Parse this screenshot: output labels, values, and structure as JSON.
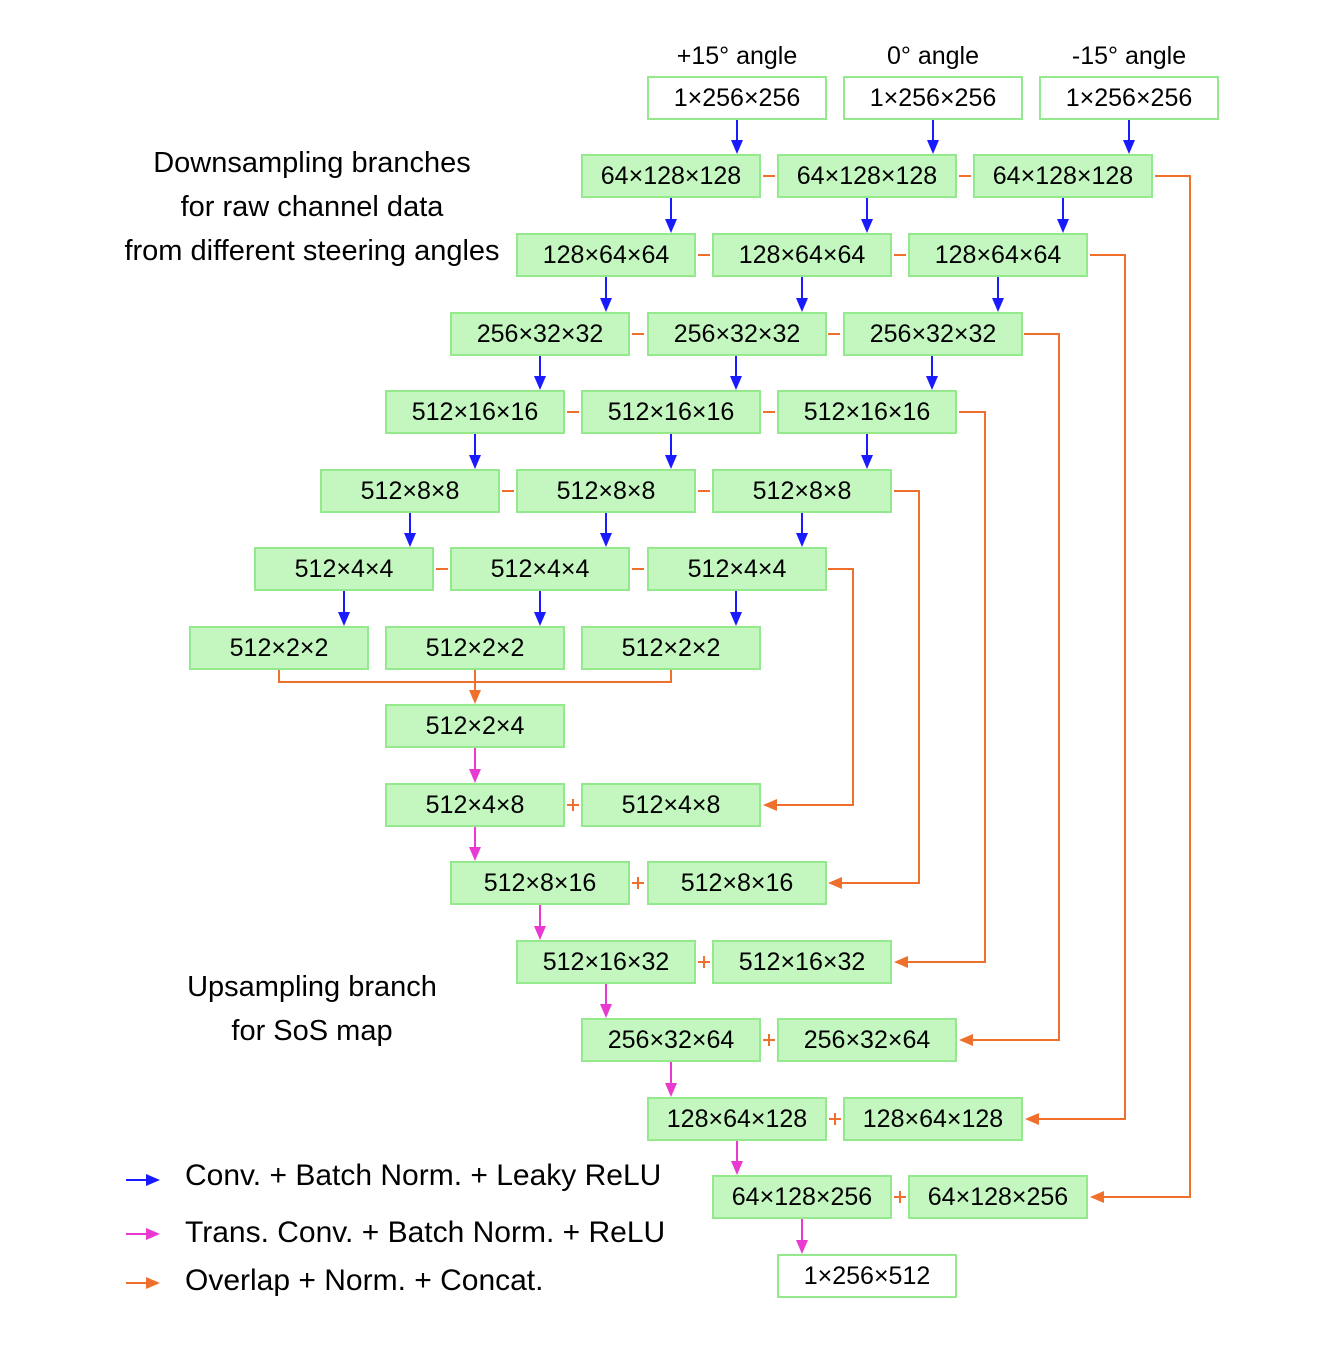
{
  "angle_headers": [
    "+15° angle",
    "0° angle",
    "-15° angle"
  ],
  "inputs": [
    "1×256×256",
    "1×256×256",
    "1×256×256"
  ],
  "down_rows": [
    [
      "64×128×128",
      "64×128×128",
      "64×128×128"
    ],
    [
      "128×64×64",
      "128×64×64",
      "128×64×64"
    ],
    [
      "256×32×32",
      "256×32×32",
      "256×32×32"
    ],
    [
      "512×16×16",
      "512×16×16",
      "512×16×16"
    ],
    [
      "512×8×8",
      "512×8×8",
      "512×8×8"
    ],
    [
      "512×4×4",
      "512×4×4",
      "512×4×4"
    ],
    [
      "512×2×2",
      "512×2×2",
      "512×2×2"
    ]
  ],
  "merged": "512×2×4",
  "up_rows": [
    [
      "512×4×8",
      "512×4×8"
    ],
    [
      "512×8×16",
      "512×8×16"
    ],
    [
      "512×16×32",
      "512×16×32"
    ],
    [
      "256×32×64",
      "256×32×64"
    ],
    [
      "128×64×128",
      "128×64×128"
    ],
    [
      "64×128×256",
      "64×128×256"
    ]
  ],
  "output": "1×256×512",
  "plus_sign": "+",
  "titles": {
    "downsampling": [
      "Downsampling branches",
      "for raw channel data",
      "from different steering angles"
    ],
    "upsampling": [
      "Upsampling branch",
      "for SoS map"
    ]
  },
  "legend": [
    {
      "label": "Conv. + Batch Norm. + Leaky ReLU",
      "color": "#1a1aff"
    },
    {
      "label": "Trans. Conv. + Batch Norm. + ReLU",
      "color": "#e83ad0"
    },
    {
      "label": "Overlap + Norm. + Concat.",
      "color": "#ef6f2c"
    }
  ],
  "colors": {
    "box_fill": "#c4f7c0",
    "box_border": "#93e98c",
    "conv_arrow": "#1a1aff",
    "transconv_arrow": "#e83ad0",
    "concat_arrow": "#ef6f2c"
  }
}
